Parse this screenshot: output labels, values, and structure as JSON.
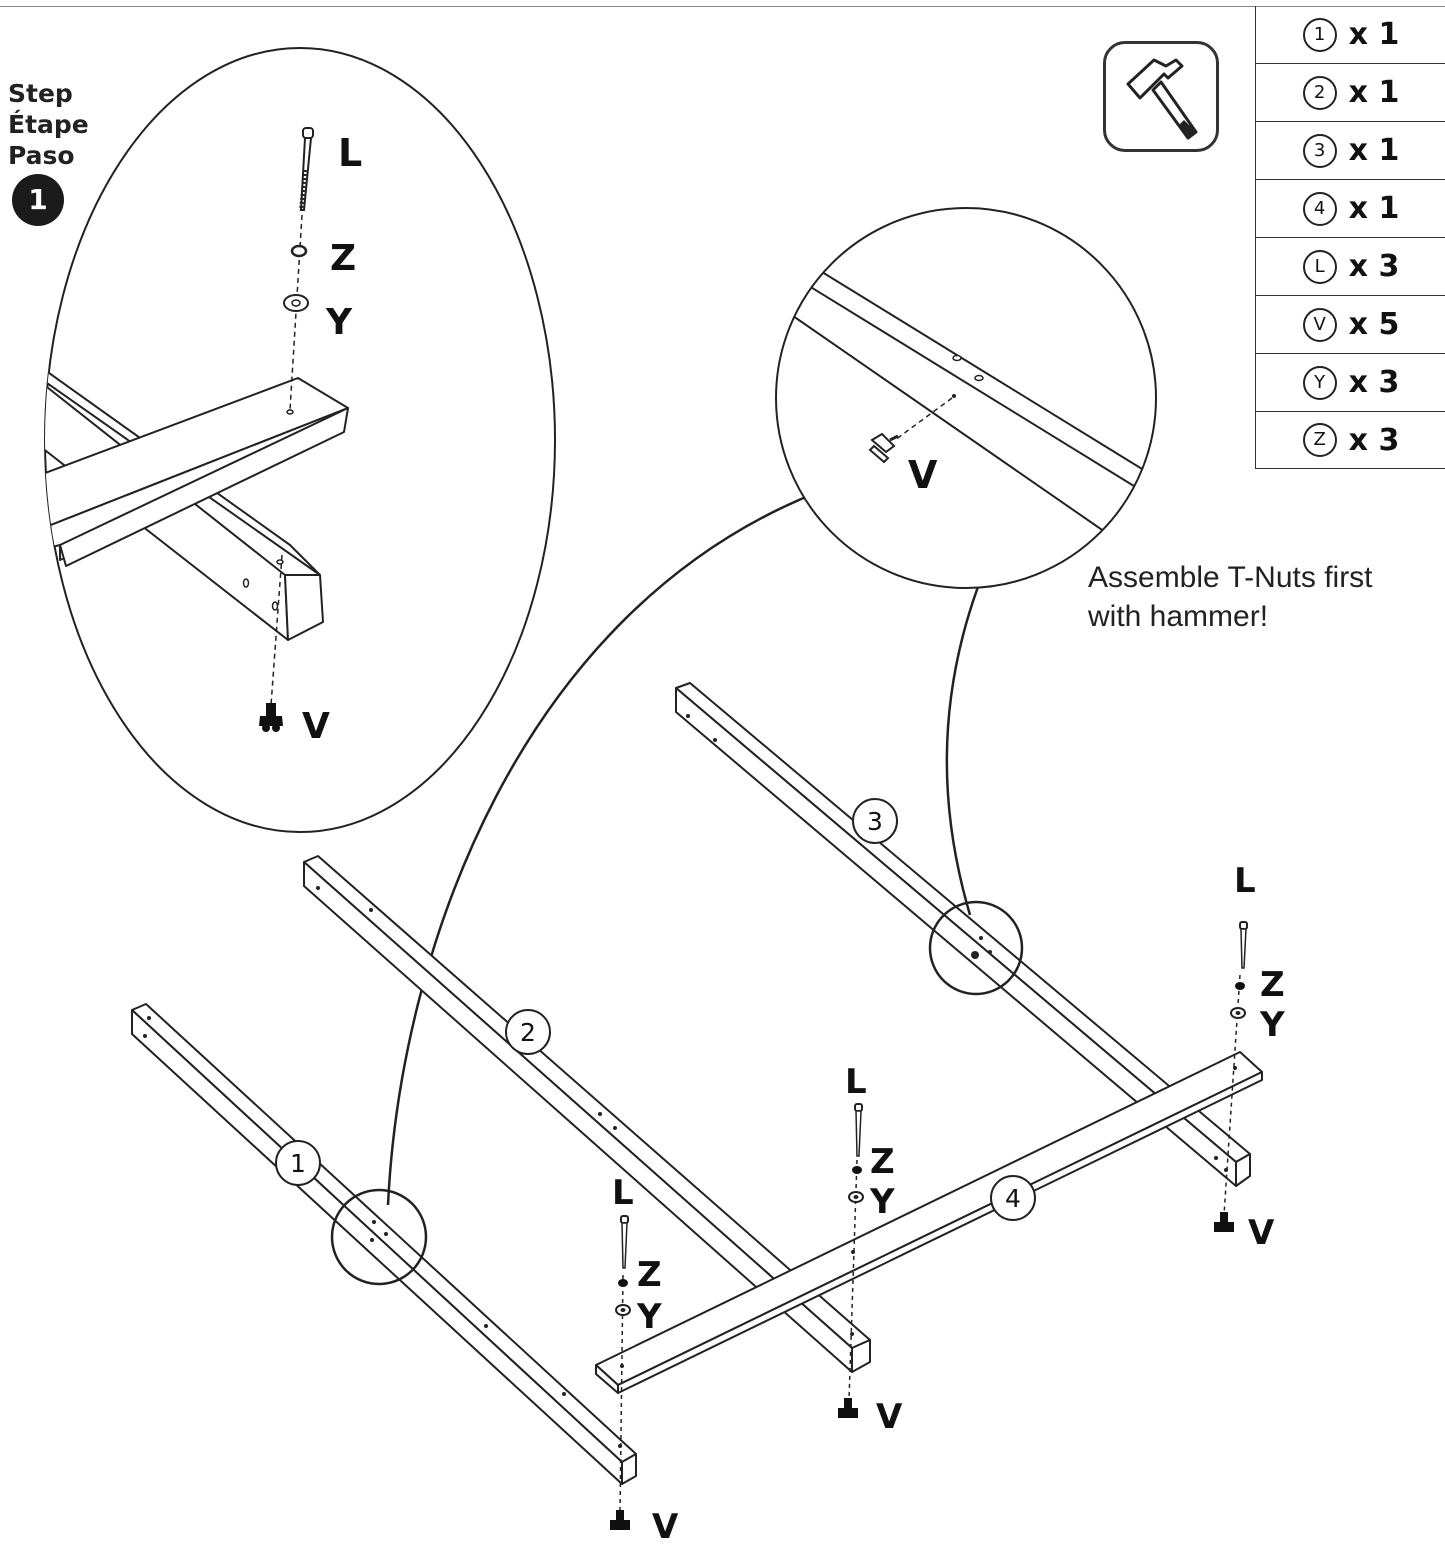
{
  "header": {
    "step_words": [
      "Step",
      "Étape",
      "Paso"
    ],
    "step_number": "1"
  },
  "parts": [
    {
      "id": "1",
      "qty": "x 1"
    },
    {
      "id": "2",
      "qty": "x 1"
    },
    {
      "id": "3",
      "qty": "x 1"
    },
    {
      "id": "4",
      "qty": "x 1"
    },
    {
      "id": "L",
      "qty": "x 3"
    },
    {
      "id": "V",
      "qty": "x 5"
    },
    {
      "id": "Y",
      "qty": "x 3"
    },
    {
      "id": "Z",
      "qty": "x 3"
    }
  ],
  "tool": {
    "icon": "hammer-icon"
  },
  "note": {
    "line1": "Assemble T-Nuts first",
    "line2": "with hammer!"
  },
  "labels": {
    "bolt": "L",
    "lock_washer": "Z",
    "washer": "Y",
    "t_nut": "V"
  },
  "beams": {
    "b1": "1",
    "b2": "2",
    "b3": "3",
    "b4": "4"
  }
}
